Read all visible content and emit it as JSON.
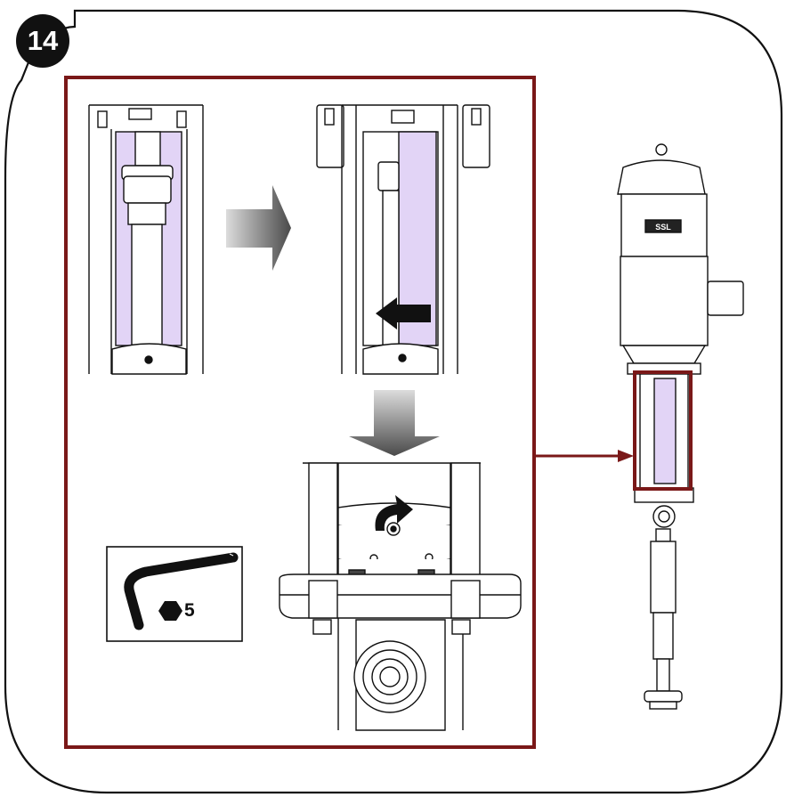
{
  "step": {
    "number": "14"
  },
  "tool": {
    "hex_size": "5",
    "icon": "hex-key-icon"
  },
  "pump": {
    "brand": "SSL"
  },
  "colors": {
    "frame": "#7a1818",
    "piston": "#e2d4f6",
    "outline": "#111111",
    "arrow_dark": "#555555",
    "arrow_light": "#d8d8d8"
  }
}
